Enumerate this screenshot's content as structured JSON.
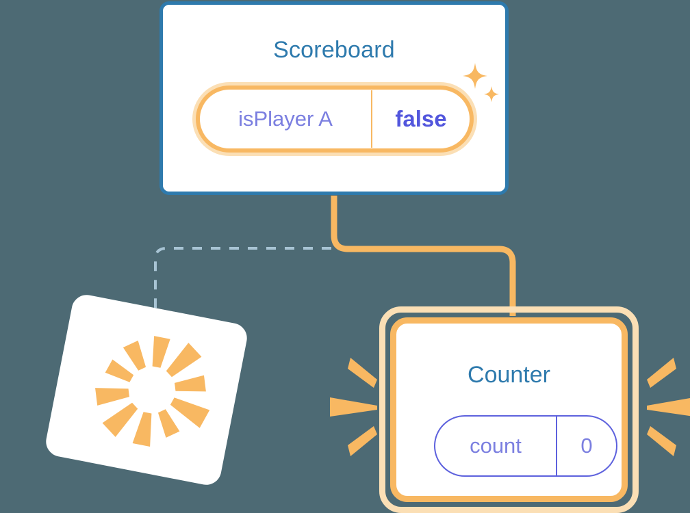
{
  "theme": {
    "background": "#4d6a74",
    "card_bg": "#ffffff",
    "blue_border": "#2e7aad",
    "title_blue": "#2e7aad",
    "orange": "#f8b862",
    "orange_pale": "#fbdfb5",
    "purple_light": "#7b7fe0",
    "purple_bold": "#5256dd",
    "purple_border": "#5d61dd",
    "dashed_blue": "#a8c4d4"
  },
  "scoreboard": {
    "title": "Scoreboard",
    "pill": {
      "key": "isPlayer A",
      "value": "false"
    }
  },
  "counter": {
    "title": "Counter",
    "pill": {
      "key": "count",
      "value": "0"
    }
  },
  "burst_card": {
    "label": ""
  },
  "icons": {
    "sparkle_large": "sparkle-star-large-icon",
    "sparkle_small": "sparkle-star-small-icon",
    "burst": "burst-rays-icon"
  },
  "connectors": [
    {
      "name": "scoreboard-to-counter",
      "style": "solid",
      "color": "#f8b862"
    },
    {
      "name": "scoreboard-to-burst-card",
      "style": "dashed",
      "color": "#a8c4d4"
    }
  ]
}
